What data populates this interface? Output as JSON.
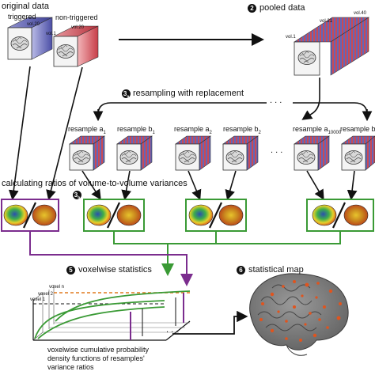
{
  "labels": {
    "original_data": "original data",
    "triggered": "triggered",
    "non_triggered": "non-triggered",
    "vol_20_a": "vol.20",
    "vol_20_b": "vol.20",
    "vol_1_b": "vol.1",
    "vol_40": "vol.40",
    "vol_21": "vol.21",
    "vol_1_p": "vol.1",
    "pooled_data": "pooled data",
    "resampling": "resampling with replacement",
    "resample_a1": "resample a",
    "resample_a1_sub": "1",
    "resample_b1": "resample b",
    "resample_b1_sub": "1",
    "resample_a2": "resample a",
    "resample_a2_sub": "2",
    "resample_b2": "resample b",
    "resample_b2_sub": "2",
    "resample_a10000": "resample a",
    "resample_a10000_sub": "10000",
    "resample_b10000": "resample b",
    "calc_ratios": "calculating ratios of volume-to-volume variances",
    "voxelwise_statistics": "voxelwise statistics",
    "statistical_map": "statistical map",
    "voxel_n": "voxel n",
    "voxel_2": "voxel 2",
    "voxel_1": "voxel 1",
    "caption_1": "voxelwise cumulative probability",
    "caption_2": "density functions of resamples'",
    "caption_3": "variance ratios",
    "ellipsis": ". . ."
  },
  "steps": {
    "s2": "2",
    "s3a": "3",
    "s3a_sub": "a",
    "s3b": "3",
    "s3b_sub": "b",
    "s5": "5",
    "s6": "6"
  },
  "colors": {
    "purple": "#7b2d8e",
    "green": "#3a9a35",
    "blue_stack": "#5d5fb0",
    "red_stack": "#d0505a",
    "orange_dash": "#e07a1f",
    "black": "#111111"
  }
}
